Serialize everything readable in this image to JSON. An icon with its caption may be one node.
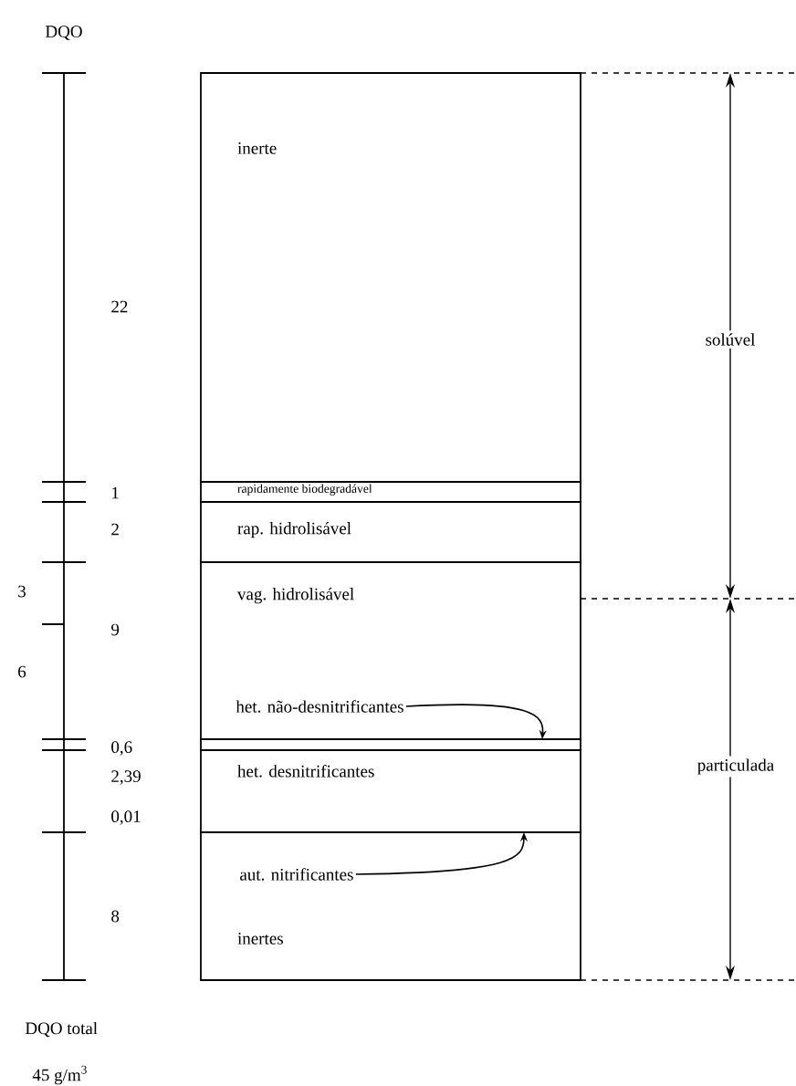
{
  "diagram": {
    "nodes": [
      {
        "text": [
          "inerte"
        ]
      },
      {
        "text": [
          "rapidamente biodegradável"
        ]
      },
      {
        "text": [
          "rap. hidrolisável"
        ]
      },
      {
        "text": [
          "vag. hidrolisável"
        ]
      },
      {
        "text": [
          "het. não-desnitrificantes"
        ],
        "in": 3
      },
      {
        "text": [],
        "shape": "bar"
      },
      {
        "text": [
          "het. desnitrificantes"
        ]
      },
      {
        "text": [
          "inertes"
        ]
      },
      {
        "text": [
          "aut. nitrificantes"
        ],
        "in": 7
      }
    ],
    "edges": [
      {
        "from": 4,
        "to": 5,
        "arrow": "to"
      },
      {
        "from": 8,
        "to": 6,
        "arrow": "to"
      }
    ],
    "labels": [
      "DQO",
      "22",
      "1",
      "2",
      "3",
      "9",
      "6",
      "0,6",
      "2,39",
      "0,01",
      "8",
      "solúvel",
      "particulada",
      "DQO total",
      "45 g/m$^{3}$"
    ]
  }
}
